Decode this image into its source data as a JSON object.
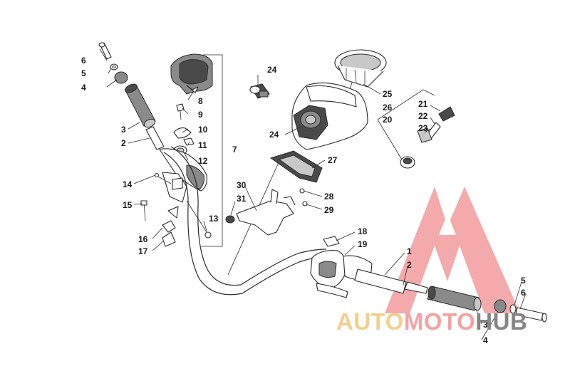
{
  "diagram": {
    "callouts": [
      {
        "id": "c6a",
        "text": "6"
      },
      {
        "id": "c5a",
        "text": "5"
      },
      {
        "id": "c4a",
        "text": "4"
      },
      {
        "id": "c3a",
        "text": "3"
      },
      {
        "id": "c2a",
        "text": "2"
      },
      {
        "id": "c8",
        "text": "8"
      },
      {
        "id": "c9",
        "text": "9"
      },
      {
        "id": "c10",
        "text": "10"
      },
      {
        "id": "c11",
        "text": "11"
      },
      {
        "id": "c12",
        "text": "12"
      },
      {
        "id": "c7",
        "text": "7"
      },
      {
        "id": "c14",
        "text": "14"
      },
      {
        "id": "c15",
        "text": "15"
      },
      {
        "id": "c13",
        "text": "13"
      },
      {
        "id": "c16",
        "text": "16"
      },
      {
        "id": "c17",
        "text": "17"
      },
      {
        "id": "c24a",
        "text": "24"
      },
      {
        "id": "c24b",
        "text": "24"
      },
      {
        "id": "c25",
        "text": "25"
      },
      {
        "id": "c26",
        "text": "26"
      },
      {
        "id": "c20",
        "text": "20"
      },
      {
        "id": "c21",
        "text": "21"
      },
      {
        "id": "c22",
        "text": "22"
      },
      {
        "id": "c23",
        "text": "23"
      },
      {
        "id": "c27",
        "text": "27"
      },
      {
        "id": "c28",
        "text": "28"
      },
      {
        "id": "c29",
        "text": "29"
      },
      {
        "id": "c30",
        "text": "30"
      },
      {
        "id": "c31",
        "text": "31"
      },
      {
        "id": "c18",
        "text": "18"
      },
      {
        "id": "c19",
        "text": "19"
      },
      {
        "id": "c1",
        "text": "1"
      },
      {
        "id": "c2b",
        "text": "2"
      },
      {
        "id": "c5b",
        "text": "5"
      },
      {
        "id": "c6b",
        "text": "6"
      },
      {
        "id": "c3b",
        "text": "3"
      },
      {
        "id": "c4b",
        "text": "4"
      }
    ]
  },
  "watermark": {
    "part1": "AUTO",
    "part2": "MOTO",
    "part3": "HUB",
    "colors": {
      "auto": "#f5cf8f",
      "moto": "#f6a2a2",
      "hub": "#858585",
      "triangle": "#f08a8a"
    }
  }
}
